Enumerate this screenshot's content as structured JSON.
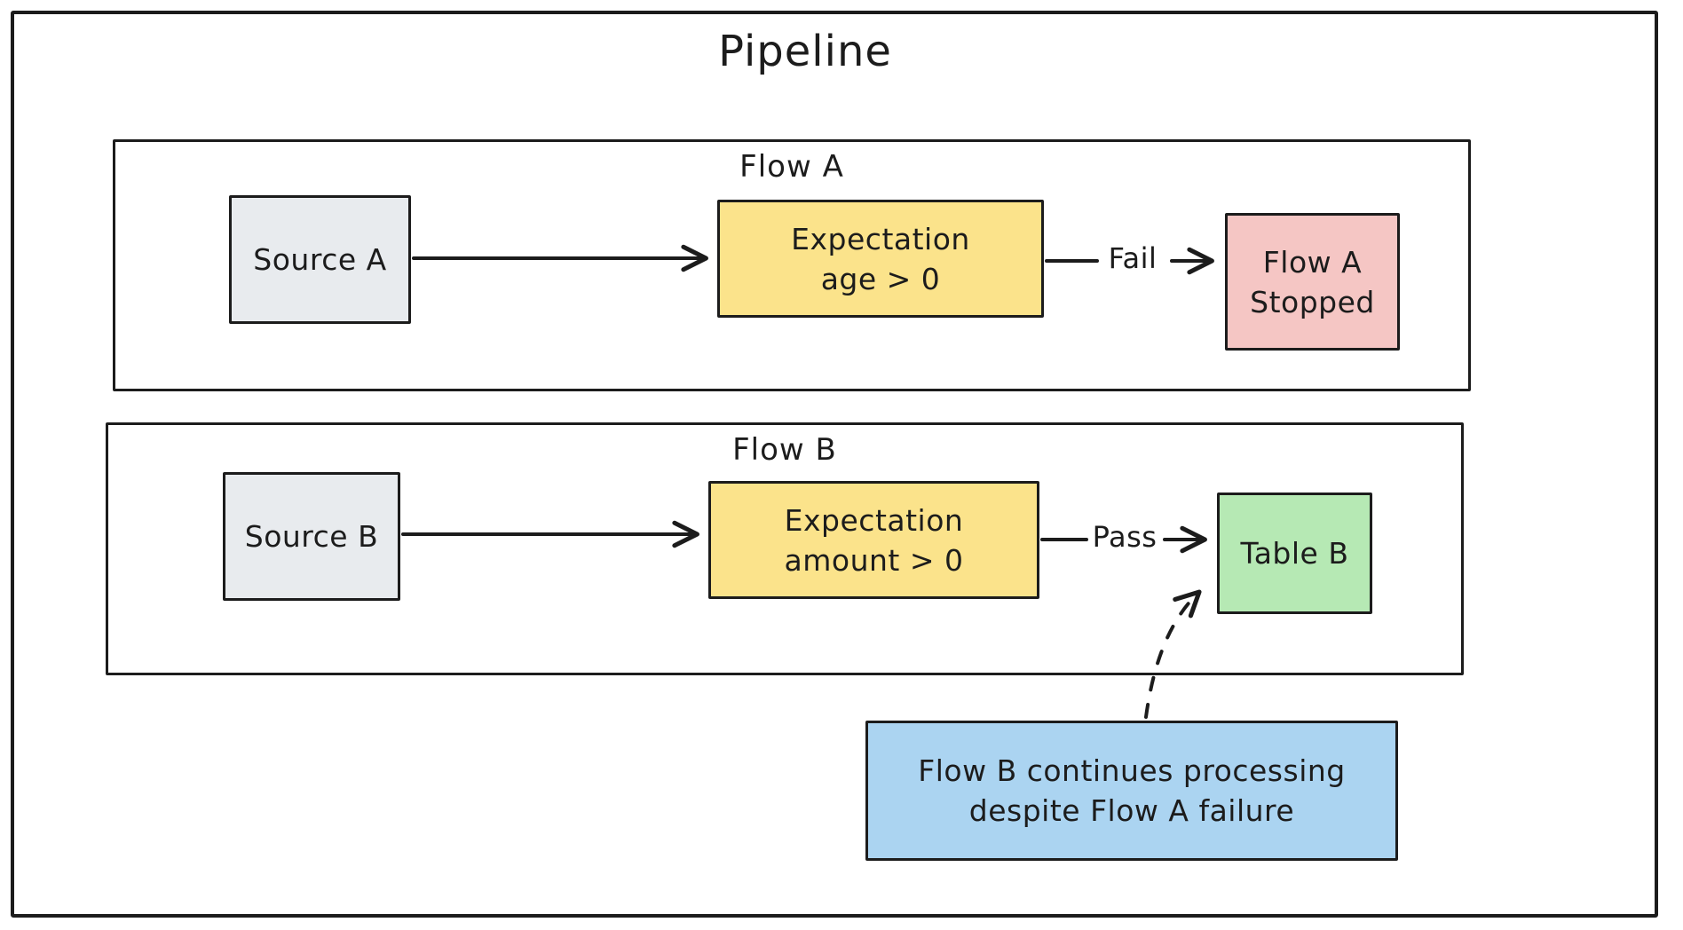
{
  "diagram": {
    "title": "Pipeline",
    "flow_a": {
      "label": "Flow A",
      "source": {
        "label": "Source A"
      },
      "expectation": {
        "line1": "Expectation",
        "line2": "age > 0"
      },
      "edge_label": "Fail",
      "result": {
        "line1": "Flow A",
        "line2": "Stopped"
      }
    },
    "flow_b": {
      "label": "Flow B",
      "source": {
        "label": "Source B"
      },
      "expectation": {
        "line1": "Expectation",
        "line2": "amount > 0"
      },
      "edge_label": "Pass",
      "result": {
        "label": "Table B"
      }
    },
    "note": {
      "line1": "Flow B continues processing",
      "line2": "despite Flow A failure"
    },
    "palette": {
      "stroke": "#1c1c1c",
      "background": "#ffffff",
      "source_gray": "#e8ebee",
      "expectation_yellow": "#fbe38b",
      "stopped_red": "#f5c6c4",
      "table_green": "#b6e9b4",
      "note_blue": "#abd4f1"
    }
  }
}
